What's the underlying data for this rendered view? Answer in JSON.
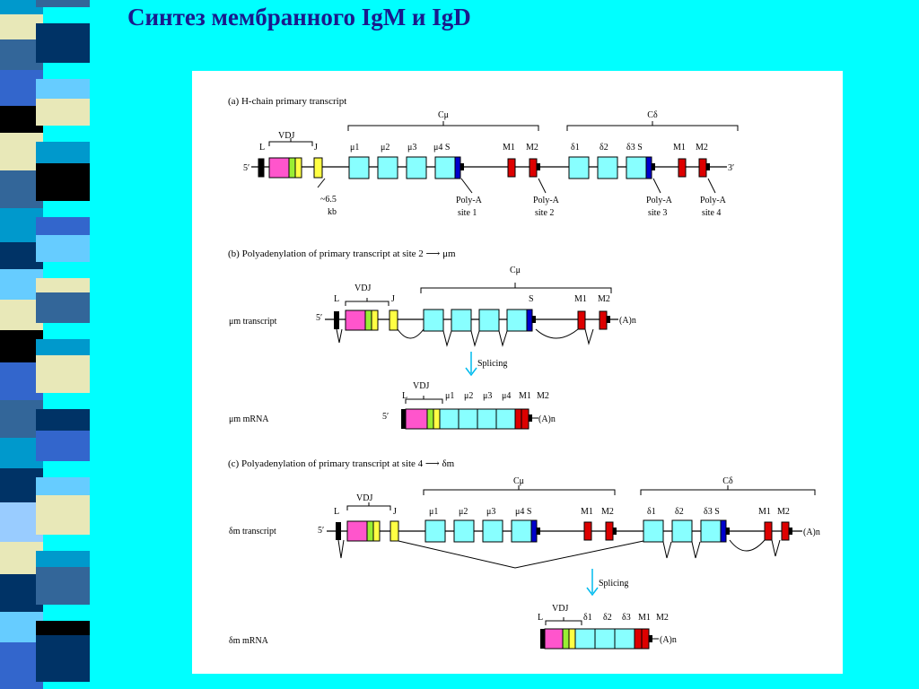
{
  "slide": {
    "title": "Синтез мембранного IgM и IgD",
    "colors": {
      "background": "#00ffff",
      "title": "#1a1a8c"
    }
  },
  "figure": {
    "colors": {
      "leader": "#000000",
      "V": "#ff55cc",
      "D": "#99ee33",
      "J": "#ffff44",
      "constant_exon": "#88ffff",
      "secreted_tail": "#0000cc",
      "membrane_exon": "#dd0000",
      "polyA_site": "#000000",
      "arrow": "#00bbee"
    },
    "a": {
      "heading": "(a) H-chain primary transcript",
      "five_prime": "5′",
      "three_prime": "3′",
      "cmu": "Cμ",
      "cdelta": "Cδ",
      "L": "L",
      "VDJ": "VDJ",
      "J": "J",
      "mu1": "μ1",
      "mu2": "μ2",
      "mu3": "μ3",
      "mu4S": "μ4 S",
      "M1": "M1",
      "M2": "M2",
      "d1": "δ1",
      "d2": "δ2",
      "d3S": "δ3 S",
      "M1b": "M1",
      "M2b": "M2",
      "dist": "~6.5",
      "kb": "kb",
      "polyA": "Poly-A",
      "site1": "site 1",
      "site2": "site 2",
      "site3": "site 3",
      "site4": "site 4"
    },
    "b": {
      "heading": "(b) Polyadenylation of primary transcript at site 2 ⟶ μm",
      "cmu": "Cμ",
      "L": "L",
      "VDJ": "VDJ",
      "J": "J",
      "S": "S",
      "M1": "M1",
      "M2": "M2",
      "five_prime": "5′",
      "polyA_tail": "(A)n",
      "transcript_label": "μm transcript",
      "splicing": "Splicing",
      "mrna_label": "μm mRNA",
      "m_L": "L",
      "m_VDJ": "VDJ",
      "m_mu1": "μ1",
      "m_mu2": "μ2",
      "m_mu3": "μ3",
      "m_mu4": "μ4",
      "m_M1": "M1",
      "m_M2": "M2",
      "m_five_prime": "5′",
      "m_tail": "(A)n"
    },
    "c": {
      "heading": "(c) Polyadenylation of primary transcript at site 4 ⟶ δm",
      "cmu": "Cμ",
      "cdelta": "Cδ",
      "L": "L",
      "VDJ": "VDJ",
      "J": "J",
      "mu1": "μ1",
      "mu2": "μ2",
      "mu3": "μ3",
      "mu4S": "μ4 S",
      "M1": "M1",
      "M2": "M2",
      "d1": "δ1",
      "d2": "δ2",
      "d3S": "δ3 S",
      "M1b": "M1",
      "M2b": "M2",
      "five_prime": "5′",
      "polyA_tail": "(A)n",
      "transcript_label": "δm transcript",
      "splicing": "Splicing",
      "mrna_label": "δm mRNA",
      "m_L": "L",
      "m_VDJ": "VDJ",
      "m_d1": "δ1",
      "m_d2": "δ2",
      "m_d3": "δ3",
      "m_M1": "M1",
      "m_M2": "M2",
      "m_tail": "(A)n"
    }
  }
}
